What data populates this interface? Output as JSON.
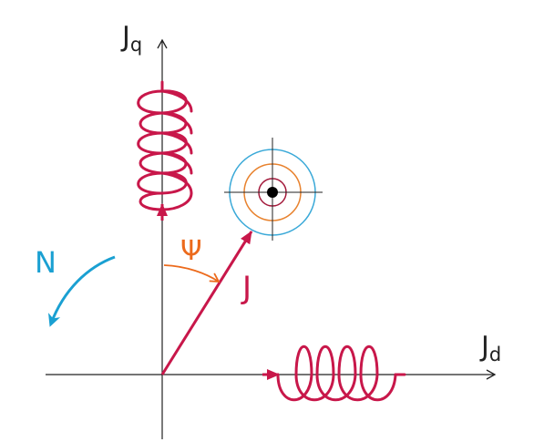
{
  "labels": {
    "q_axis": {
      "main": "J",
      "sub": "q"
    },
    "d_axis": {
      "main": "J",
      "sub": "d"
    },
    "current_vector": "J",
    "angle": "Ψ",
    "rotation": "N"
  },
  "colors": {
    "axis": "#222222",
    "coil": "#c8174a",
    "vector": "#c8174a",
    "angle": "#ec6a1c",
    "rotation": "#1aa0d2",
    "flux_outer": "#3aa9d8",
    "flux_middle": "#e8822e",
    "flux_inner": "#a3183a",
    "center_dot": "#000000"
  }
}
